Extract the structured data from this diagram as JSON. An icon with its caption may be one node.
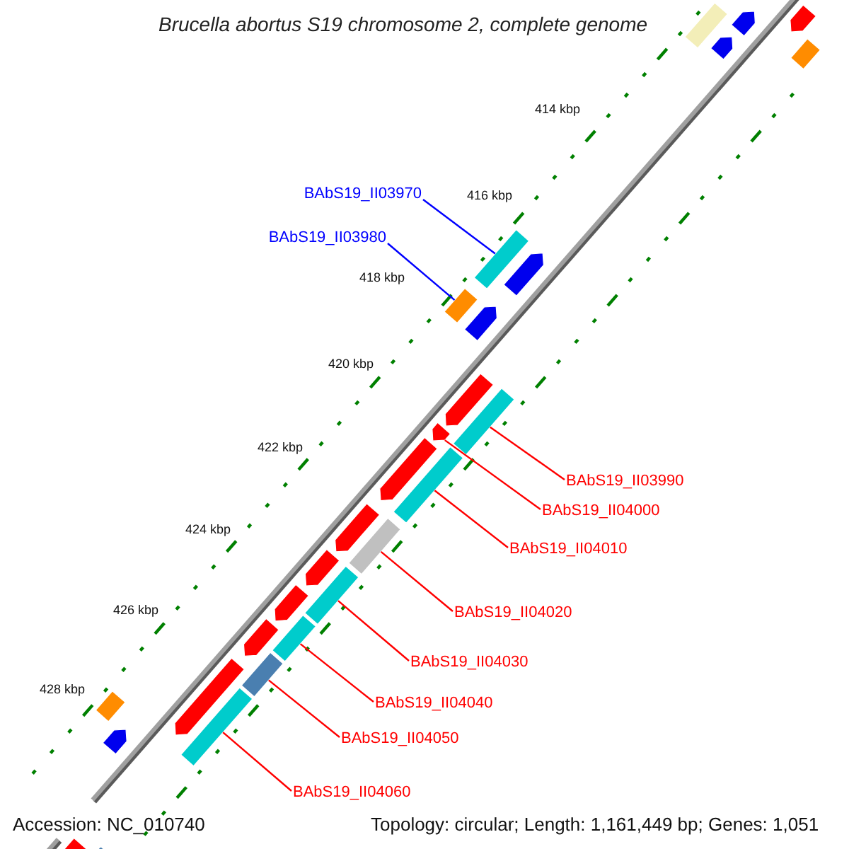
{
  "diagram": {
    "title": "Brucella abortus S19 chromosome 2, complete genome",
    "nodes": [
      {
        "text": [
          "BAbS19_II03970"
        ]
      },
      {
        "text": [
          "BAbS19_II03980"
        ]
      },
      {
        "text": [
          "BAbS19_II03990"
        ]
      },
      {
        "text": [
          "BAbS19_II04000"
        ]
      },
      {
        "text": [
          "BAbS19_II04010"
        ]
      },
      {
        "text": [
          "BAbS19_II04020"
        ]
      },
      {
        "text": [
          "BAbS19_II04030"
        ]
      },
      {
        "text": [
          "BAbS19_II04040"
        ]
      },
      {
        "text": [
          "BAbS19_II04050"
        ]
      },
      {
        "text": [
          "BAbS19_II04060"
        ]
      },
      {
        "text": [],
        "shape": "bar"
      },
      {
        "text": [],
        "shape": "bar"
      },
      {
        "text": [],
        "shape": "bar"
      },
      {
        "text": [],
        "shape": "bar"
      },
      {
        "text": [],
        "shape": "bar"
      },
      {
        "text": [],
        "shape": "bar"
      },
      {
        "text": [],
        "shape": "bar"
      },
      {
        "text": [],
        "shape": "bar"
      },
      {
        "text": [],
        "shape": "bar"
      },
      {
        "text": [],
        "shape": "bar"
      },
      {
        "text": [],
        "shape": "bar"
      },
      {
        "text": [],
        "shape": "bar"
      },
      {
        "text": [],
        "shape": "bar"
      },
      {
        "text": [],
        "shape": "bar"
      },
      {
        "text": [],
        "shape": "bar"
      },
      {
        "text": [],
        "shape": "bar"
      },
      {
        "text": [],
        "shape": "bar"
      },
      {
        "text": [],
        "shape": "bar"
      },
      {
        "text": [],
        "shape": "bar"
      },
      {
        "text": [],
        "shape": "bar"
      },
      {
        "text": [],
        "shape": "bar"
      },
      {
        "text": [],
        "shape": "bar"
      },
      {
        "text": [],
        "shape": "bar"
      },
      {
        "text": [],
        "shape": "bar"
      },
      {
        "text": [],
        "shape": "bar"
      },
      {
        "text": [],
        "shape": "bar"
      },
      {
        "text": [],
        "shape": "bar"
      },
      {
        "text": [],
        "shape": "bar"
      }
    ],
    "edges": [
      {
        "from": 0,
        "to": 15,
        "arrow": "none",
        "color": "#0000ff"
      },
      {
        "from": 1,
        "to": 18,
        "arrow": "none",
        "color": "#0000ff"
      },
      {
        "from": 2,
        "to": 19,
        "arrow": "none"
      },
      {
        "from": 3,
        "to": 21,
        "arrow": "none"
      },
      {
        "from": 4,
        "to": 22,
        "arrow": "none"
      },
      {
        "from": 5,
        "to": 24,
        "arrow": "none"
      },
      {
        "from": 6,
        "to": 26,
        "arrow": "none"
      },
      {
        "from": 7,
        "to": 29,
        "arrow": "none"
      },
      {
        "from": 8,
        "to": 31,
        "arrow": "none"
      },
      {
        "from": 9,
        "to": 33,
        "arrow": "none"
      }
    ],
    "labels": [
      "414 kbp",
      "416 kbp",
      "418 kbp",
      "420 kbp",
      "422 kbp",
      "424 kbp",
      "426 kbp",
      "428 kbp",
      "Accession: NC_010740",
      "Topology: circular; Length: 1,161,449 bp; Genes: 1,051"
    ]
  }
}
